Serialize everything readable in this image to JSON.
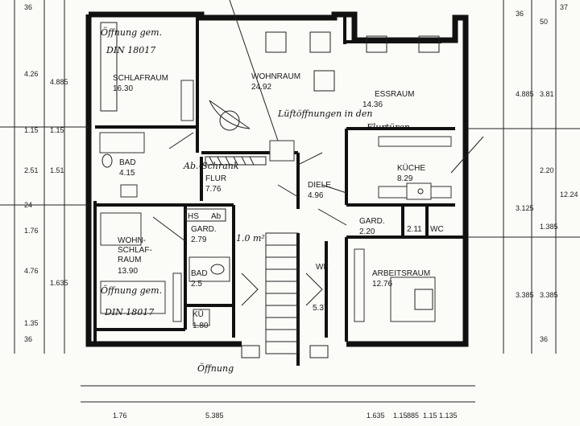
{
  "rooms": {
    "schlafraum": {
      "name": "SCHLAFRAUM",
      "area": "16.30"
    },
    "wohnraum": {
      "name": "WOHNRAUM",
      "area": "24.92"
    },
    "essraum": {
      "name": "ESSRAUM",
      "area": "14.36"
    },
    "bad_top": {
      "name": "BAD",
      "area": "4.15"
    },
    "flur": {
      "name": "FLUR",
      "area": "7.76"
    },
    "diele": {
      "name": "DIELE",
      "area": "4.96"
    },
    "kueche": {
      "name": "KÜCHE",
      "area": "8.29"
    },
    "gard_right": {
      "name": "GARD.",
      "area": "2.20"
    },
    "wc": {
      "name": "WC",
      "area": "2.11"
    },
    "gard_left": {
      "name": "GARD.",
      "area": "2.79"
    },
    "wohnschlaf": {
      "line1": "WOHN-",
      "line2": "SCHLAF-",
      "line3": "RAUM",
      "area": "13.90"
    },
    "bad_small": {
      "name": "BAD",
      "area": "2.5"
    },
    "kue_small": {
      "name": "KÜ",
      "area": "1.80"
    },
    "arbeitsraum": {
      "name": "ARBEITSRAUM",
      "area": "12.76"
    },
    "wf": {
      "name": "WF",
      "area": "5.37"
    }
  },
  "dims_left": [
    "4.26",
    "4.885",
    "2.51",
    "1.51",
    "1.76",
    "4.76",
    "1.635",
    "1.35",
    "1.15",
    "1.15",
    "24",
    "36",
    "36"
  ],
  "dims_right": [
    "4.885",
    "3.81",
    "2.20",
    "3.125",
    "1.385",
    "12.24",
    "3.385",
    "3.385",
    "36",
    "50",
    "36",
    "37"
  ],
  "dims_bottom": [
    "1.76",
    "5.385",
    "1.635",
    "1.15",
    "885",
    "1.15",
    "1.135"
  ],
  "annotations": {
    "top_left_1": "Öffnung gem.",
    "top_left_2": "DIN 18017",
    "mid_left_1": "Öffnung gem.",
    "mid_left_2": "DIN 18017",
    "ab_schrank": "Ab.-Schrank",
    "lueft_1": "Lüftöffnungen in den",
    "lueft_2": "Flurtüren",
    "one_qm": "1.0 m²",
    "hs": "HS",
    "ab": "Ab",
    "bottom": "Öffnung"
  }
}
